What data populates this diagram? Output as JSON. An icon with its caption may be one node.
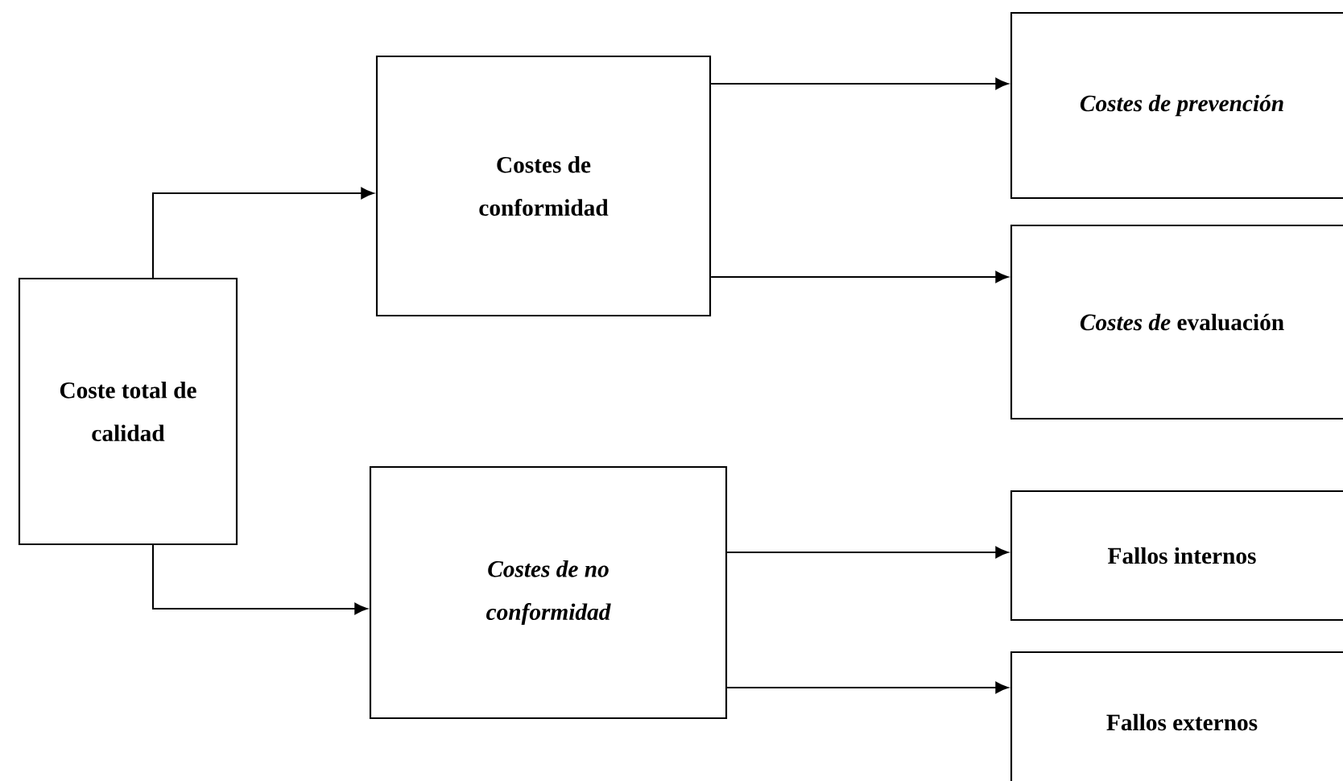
{
  "diagram": {
    "nodes": [
      {
        "text": [
          "Coste total de calidad"
        ]
      },
      {
        "text": [
          "Costes de conformidad"
        ]
      },
      {
        "text": [
          "Costes de no conformidad"
        ]
      },
      {
        "text": [
          "Costes de prevención"
        ]
      },
      {
        "text": [
          "*Costes de* evaluación"
        ]
      },
      {
        "text": [
          "Fallos internos"
        ]
      },
      {
        "text": [
          "Fallos externos"
        ]
      }
    ],
    "edges": [
      {
        "from": 0,
        "to": 1,
        "arrow": "to"
      },
      {
        "from": 0,
        "to": 2,
        "arrow": "to"
      },
      {
        "from": 1,
        "to": 3,
        "arrow": "to"
      },
      {
        "from": 1,
        "to": 4,
        "arrow": "to"
      },
      {
        "from": 2,
        "to": 5,
        "arrow": "to"
      },
      {
        "from": 2,
        "to": 6,
        "arrow": "to"
      }
    ]
  }
}
